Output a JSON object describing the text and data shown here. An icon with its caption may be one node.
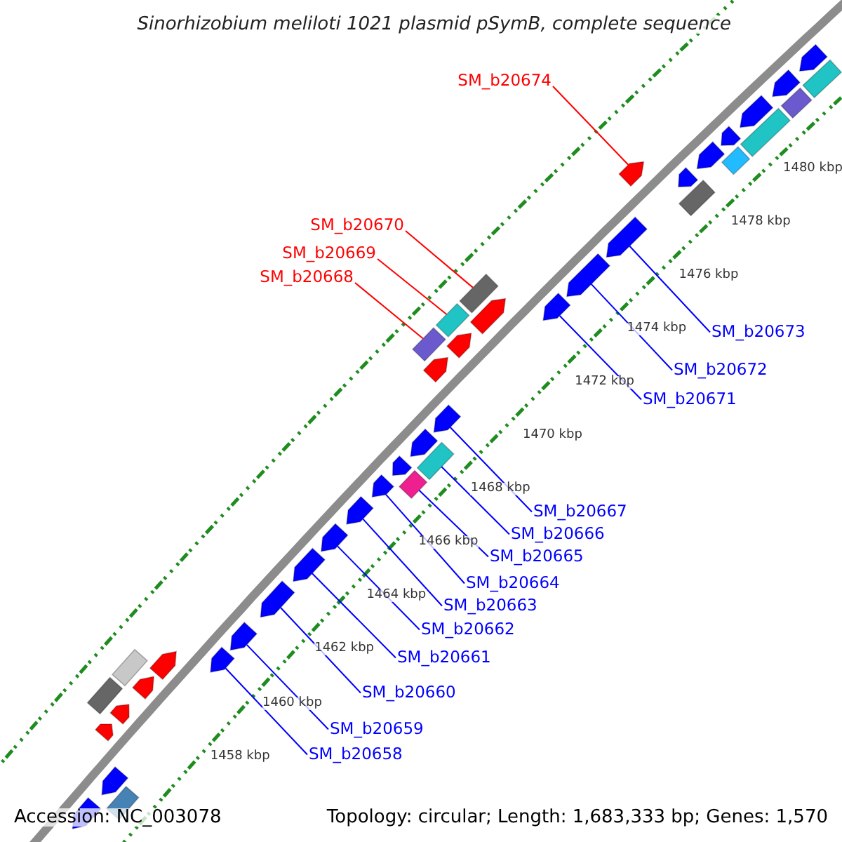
{
  "diagram": {
    "title": "Sinorhizobium meliloti 1021 plasmid pSymB, complete sequence",
    "nodes": [
      {
        "text": [
          "SM_b20674"
        ]
      },
      {
        "text": [
          "SM_b20670"
        ]
      },
      {
        "text": [
          "SM_b20669"
        ]
      },
      {
        "text": [
          "SM_b20668"
        ]
      },
      {
        "text": [
          "SM_b20673"
        ]
      },
      {
        "text": [
          "SM_b20672"
        ]
      },
      {
        "text": [
          "SM_b20671"
        ]
      },
      {
        "text": [
          "SM_b20667"
        ]
      },
      {
        "text": [
          "SM_b20666"
        ]
      },
      {
        "text": [
          "SM_b20665"
        ]
      },
      {
        "text": [
          "SM_b20664"
        ]
      },
      {
        "text": [
          "SM_b20663"
        ]
      },
      {
        "text": [
          "SM_b20662"
        ]
      },
      {
        "text": [
          "SM_b20661"
        ]
      },
      {
        "text": [
          "SM_b20660"
        ]
      },
      {
        "text": [
          "SM_b20659"
        ]
      },
      {
        "text": [
          "SM_b20658"
        ]
      },
      {
        "text": [],
        "shape": "pentagon"
      },
      {
        "text": [],
        "shape": "box"
      },
      {
        "text": [],
        "shape": "pentagon"
      },
      {
        "text": [],
        "shape": "box"
      },
      {
        "text": [],
        "shape": "pentagon"
      },
      {
        "text": [],
        "shape": "box"
      },
      {
        "text": [],
        "shape": "pentagon"
      },
      {
        "text": [],
        "shape": "pentagon"
      },
      {
        "text": [],
        "shape": "box"
      },
      {
        "text": [],
        "shape": "pentagon"
      },
      {
        "text": [],
        "shape": "pentagon"
      },
      {
        "text": [],
        "shape": "box"
      },
      {
        "text": [],
        "shape": "pentagon"
      },
      {
        "text": [],
        "shape": "pentagon"
      },
      {
        "text": [],
        "shape": "box"
      },
      {
        "text": [],
        "shape": "pentagon"
      },
      {
        "text": [],
        "shape": "pentagon"
      },
      {
        "text": [],
        "shape": "box"
      },
      {
        "text": [],
        "shape": "pentagon"
      },
      {
        "text": [],
        "shape": "box"
      },
      {
        "text": [],
        "shape": "pentagon"
      },
      {
        "text": [],
        "shape": "pentagon"
      },
      {
        "text": [],
        "shape": "pentagon"
      },
      {
        "text": [],
        "shape": "box"
      },
      {
        "text": [],
        "shape": "pentagon"
      },
      {
        "text": [],
        "shape": "box"
      },
      {
        "text": [],
        "shape": "pentagon"
      },
      {
        "text": [],
        "shape": "pentagon"
      },
      {
        "text": [],
        "shape": "pentagon"
      },
      {
        "text": [],
        "shape": "pentagon"
      },
      {
        "text": [],
        "shape": "pentagon"
      },
      {
        "text": [],
        "shape": "pentagon"
      },
      {
        "text": [],
        "shape": "pentagon"
      },
      {
        "text": [],
        "shape": "pentagon"
      },
      {
        "text": [],
        "shape": "box"
      },
      {
        "text": [],
        "shape": "pentagon"
      },
      {
        "text": [],
        "shape": "box"
      },
      {
        "text": [],
        "shape": "pentagon"
      },
      {
        "text": [],
        "shape": "pentagon"
      },
      {
        "text": [],
        "shape": "pentagon"
      },
      {
        "text": [],
        "shape": "box"
      },
      {
        "text": [],
        "shape": "pentagon"
      }
    ],
    "edges": [
      {
        "from": 0,
        "to": 26,
        "arrow": "none",
        "color": "#ff0000"
      },
      {
        "from": 1,
        "to": 31,
        "arrow": "none",
        "color": "#ff0000"
      },
      {
        "from": 2,
        "to": 34,
        "arrow": "none",
        "color": "#ff0000"
      },
      {
        "from": 3,
        "to": 36,
        "arrow": "none",
        "color": "#ff0000"
      },
      {
        "from": 4,
        "to": 29,
        "arrow": "none"
      },
      {
        "from": 5,
        "to": 30,
        "arrow": "none"
      },
      {
        "from": 6,
        "to": 32,
        "arrow": "none"
      },
      {
        "from": 7,
        "to": 38,
        "arrow": "none"
      },
      {
        "from": 8,
        "to": 40,
        "arrow": "none"
      },
      {
        "from": 9,
        "to": 42,
        "arrow": "none"
      },
      {
        "from": 10,
        "to": 43,
        "arrow": "none"
      },
      {
        "from": 11,
        "to": 44,
        "arrow": "none"
      },
      {
        "from": 12,
        "to": 45,
        "arrow": "none"
      },
      {
        "from": 13,
        "to": 46,
        "arrow": "none"
      },
      {
        "from": 14,
        "to": 47,
        "arrow": "none"
      },
      {
        "from": 15,
        "to": 48,
        "arrow": "none"
      },
      {
        "from": 16,
        "to": 50,
        "arrow": "none"
      }
    ],
    "labels": [
      "1480 kbp",
      "1478 kbp",
      "1476 kbp",
      "1474 kbp",
      "1472 kbp",
      "1470 kbp",
      "1468 kbp",
      "1466 kbp",
      "1464 kbp",
      "1462 kbp",
      "1460 kbp",
      "1458 kbp",
      "Accession: NC_003078",
      "Topology: circular; Length: 1,683,333 bp; Genes: 1,570"
    ]
  }
}
